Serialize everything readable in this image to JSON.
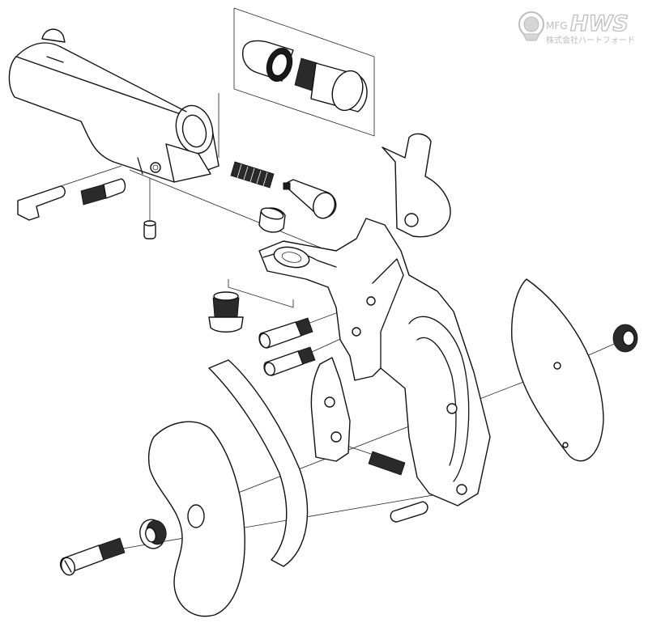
{
  "logo": {
    "prefix": "MFG",
    "brand": "HWS",
    "company": "株式会社ハートフォード"
  },
  "colors": {
    "line": "#111111",
    "fill": "#ffffff",
    "logo_gray": "#bdbdbd"
  }
}
